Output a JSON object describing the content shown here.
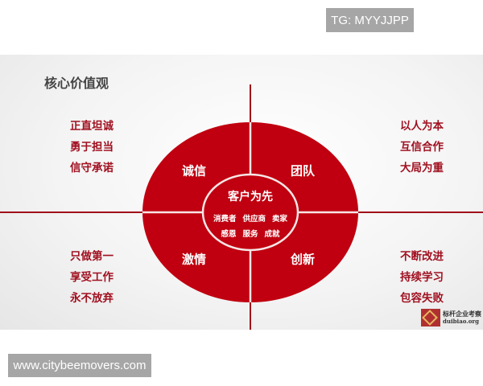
{
  "watermarks": {
    "top_right": "TG: MYYJJPP",
    "bottom_left": "www.citybeemovers.com"
  },
  "slide": {
    "title": "核心价值观",
    "colors": {
      "primary_red": "#c00010",
      "line_red": "#a0101a",
      "value_text": "#a01020",
      "title_text": "#444444"
    },
    "center": {
      "title": "客户为先",
      "row1": [
        "消费者",
        "供应商",
        "卖家"
      ],
      "row2": [
        "感恩",
        "服务",
        "成就"
      ]
    },
    "quadrants": {
      "top_left": {
        "label": "诚信",
        "values": [
          "正直坦诚",
          "勇于担当",
          "信守承诺"
        ]
      },
      "top_right": {
        "label": "团队",
        "values": [
          "以人为本",
          "互信合作",
          "大局为重"
        ]
      },
      "bottom_left": {
        "label": "激情",
        "values": [
          "只做第一",
          "享受工作",
          "永不放弃"
        ]
      },
      "bottom_right": {
        "label": "创新",
        "values": [
          "不断改进",
          "持续学习",
          "包容失败"
        ]
      }
    },
    "logo": {
      "name_cn": "标杆企业考察",
      "domain": "duibiao.org"
    }
  }
}
